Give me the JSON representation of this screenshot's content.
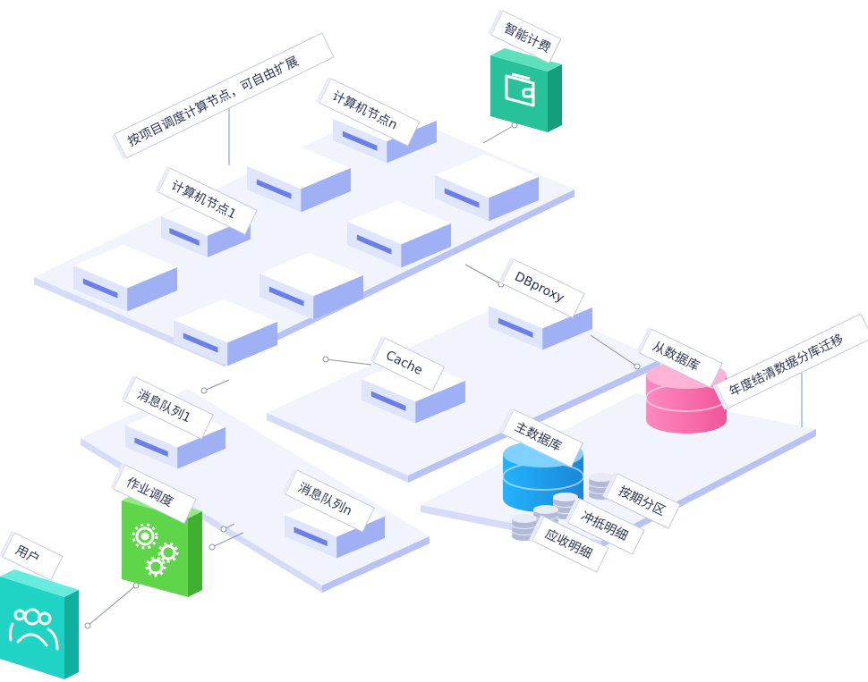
{
  "labels": {
    "schedule_note": "按项目调度计算节点，可自由扩展",
    "billing": "智能计费",
    "node_n": "计算机节点n",
    "node_1": "计算机节点1",
    "dbproxy": "DBproxy",
    "cache": "Cache",
    "replica_db": "从数据库",
    "archive_note": "年度结清数据分库迁移",
    "mq_1": "消息队列1",
    "job_scheduler": "作业调度",
    "mq_n": "消息队列n",
    "primary_db": "主数据库",
    "partition": "按期分区",
    "offset_detail": "冲抵明细",
    "receivable_detail": "应收明细",
    "user": "用户"
  },
  "colors": {
    "platform_top": "#f1f3fd",
    "platform_left": "#d6dcf8",
    "platform_right": "#b8c3f3",
    "block_top": "#ffffff",
    "block_left": "#dfe5fb",
    "block_right": "#9fb0f4",
    "slot": "#6b7fe9",
    "billing_green": "#27c29a",
    "scheduler_green": "#5fd64a",
    "user_teal": "#1fd4c4",
    "replica_pink": "#ff6fae",
    "primary_blue": "#1d9ee8",
    "disk_gray": "#c9cfe6",
    "connector": "#8a93a8"
  },
  "icons": [
    "wallet-icon",
    "gears-icon",
    "users-icon"
  ]
}
